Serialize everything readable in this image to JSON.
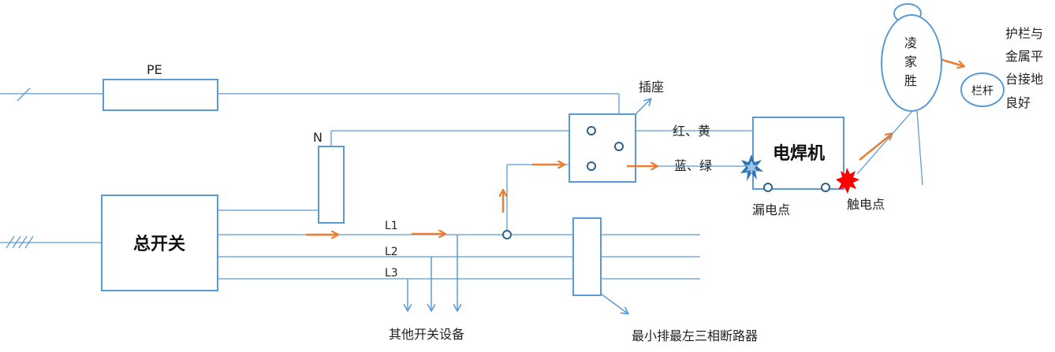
{
  "labels": {
    "pe": "PE",
    "n": "N",
    "main_switch": "总开关",
    "l1": "L1",
    "l2": "L2",
    "l3": "L3",
    "other_switch_equipment": "其他开关设备",
    "breaker": "最小排最左三相断路器",
    "socket": "插座",
    "red_yellow": "红、黄",
    "blue_green": "蓝、绿",
    "welder": "电焊机",
    "leak_point": "漏电点",
    "contact_point": "触电点",
    "person": [
      "凌",
      "家",
      "胜"
    ],
    "railing": "栏杆",
    "note": [
      "护栏与",
      "金属平",
      "台接地",
      "良好"
    ]
  },
  "colors": {
    "wire": "#5b9bd5",
    "current_arrow": "#ed7d31",
    "leak_spark": "#2e75b6",
    "contact_spark": "#ff0000"
  }
}
